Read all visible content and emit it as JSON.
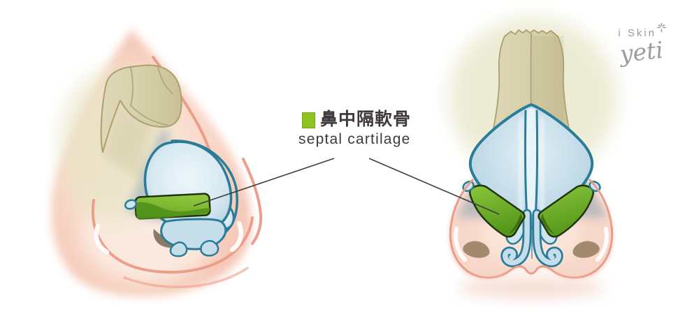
{
  "legend": {
    "swatch_color": "#8fc31f",
    "term_zh": "鼻中隔軟骨",
    "term_en": "septal cartilage"
  },
  "logo": {
    "brand": "i Skin",
    "script": "yeti",
    "color": "#9b9c9d"
  },
  "palette": {
    "cartilage_blue_fill": "#cde4ef",
    "cartilage_outline_teal": "#2b7c99",
    "bone_tan": "#d5cfa5",
    "bone_outline": "#ab9f70",
    "skin_pink_fill": "#f7d7c9",
    "skin_line_pink": "#e89c89",
    "septal_green": "#6fb02a",
    "septal_green_dark": "#55961c",
    "septal_outline": "#22330f",
    "shadow_blue_gray": "#8ba6b6",
    "nostril_brown": "#a38a6d",
    "olive_glow": "#e9e8cd",
    "pointer_line": "#3f3f3f",
    "text_dark": "#3f3a39"
  }
}
